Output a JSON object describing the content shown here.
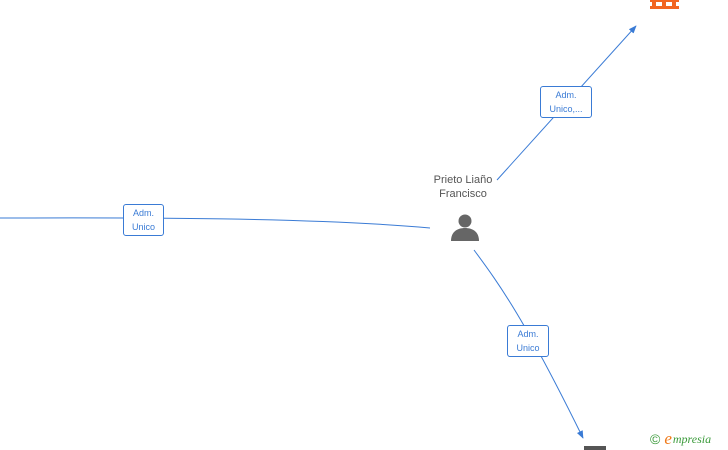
{
  "center_node": {
    "name_line1": "Prieto Liaño",
    "name_line2": "Francisco",
    "icon": "person-icon"
  },
  "edges": [
    {
      "id": "left",
      "label_line1": "Adm.",
      "label_line2": "Unico"
    },
    {
      "id": "top-right",
      "label_line1": "Adm.",
      "label_line2": "Unico,..."
    },
    {
      "id": "bottom",
      "label_line1": "Adm.",
      "label_line2": "Unico"
    }
  ],
  "peripheral_nodes": [
    {
      "id": "top-right-company",
      "icon": "building-icon",
      "color": "#f26522"
    },
    {
      "id": "bottom-node",
      "icon": "node-icon",
      "color": "#555555"
    }
  ],
  "brand": {
    "copyright": "©",
    "initial": "e",
    "rest": "mpresia"
  },
  "colors": {
    "edge": "#3a7bd5",
    "node_text": "#555555",
    "person": "#666666",
    "company": "#f26522"
  }
}
